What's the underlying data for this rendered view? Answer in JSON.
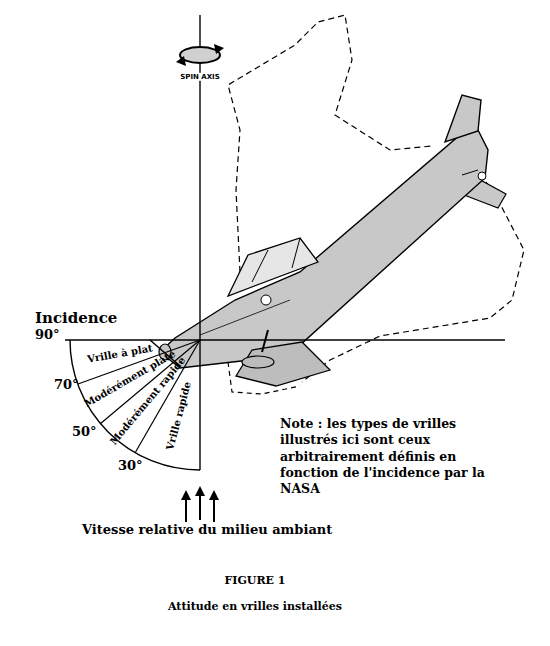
{
  "diagram": {
    "caption": "Attitude en vrilles installées",
    "labels": [
      "SPIN AXIS",
      "Incidence",
      "90°",
      "70°",
      "50°",
      "30°",
      "Vrille à plat",
      "Modérément plate",
      "Modérément rapide",
      "Vrille rapide",
      "Note : les types de vrilles illustrés ici sont ceux arbitrairement définis en fonction de l'incidence par la NASA",
      "Vitesse relative du milieu ambiant",
      "FIGURE 1"
    ]
  }
}
